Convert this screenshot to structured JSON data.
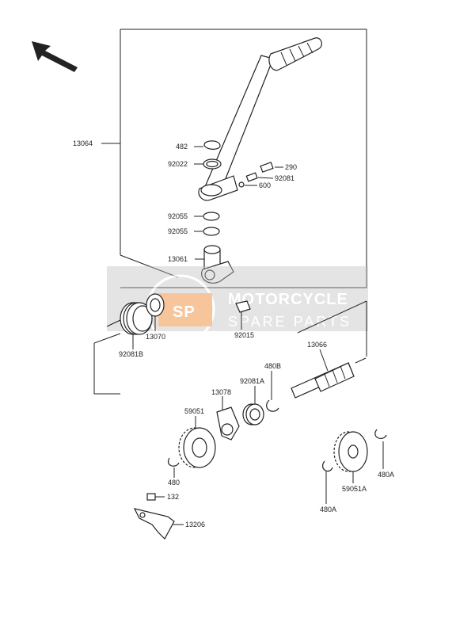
{
  "labels": {
    "p13064": "13064",
    "p482": "482",
    "p92022": "92022",
    "p290": "290",
    "p92081": "92081",
    "p600": "600",
    "p92055a": "92055",
    "p92055b": "92055",
    "p13061": "13061",
    "p13070": "13070",
    "p92015": "92015",
    "p92081B": "92081B",
    "p13066": "13066",
    "p480B": "480B",
    "p92081A": "92081A",
    "p13078": "13078",
    "p59051": "59051",
    "p480": "480",
    "p132": "132",
    "p13206": "13206",
    "p480A_left": "480A",
    "p480A_right": "480A",
    "p59051A": "59051A"
  },
  "watermark": {
    "logo": "SP",
    "title": "MOTORCYCLE",
    "subtitle": "SPARE PARTS",
    "color": "#f4b27a"
  },
  "icons": {
    "direction": "front-arrow-icon"
  }
}
